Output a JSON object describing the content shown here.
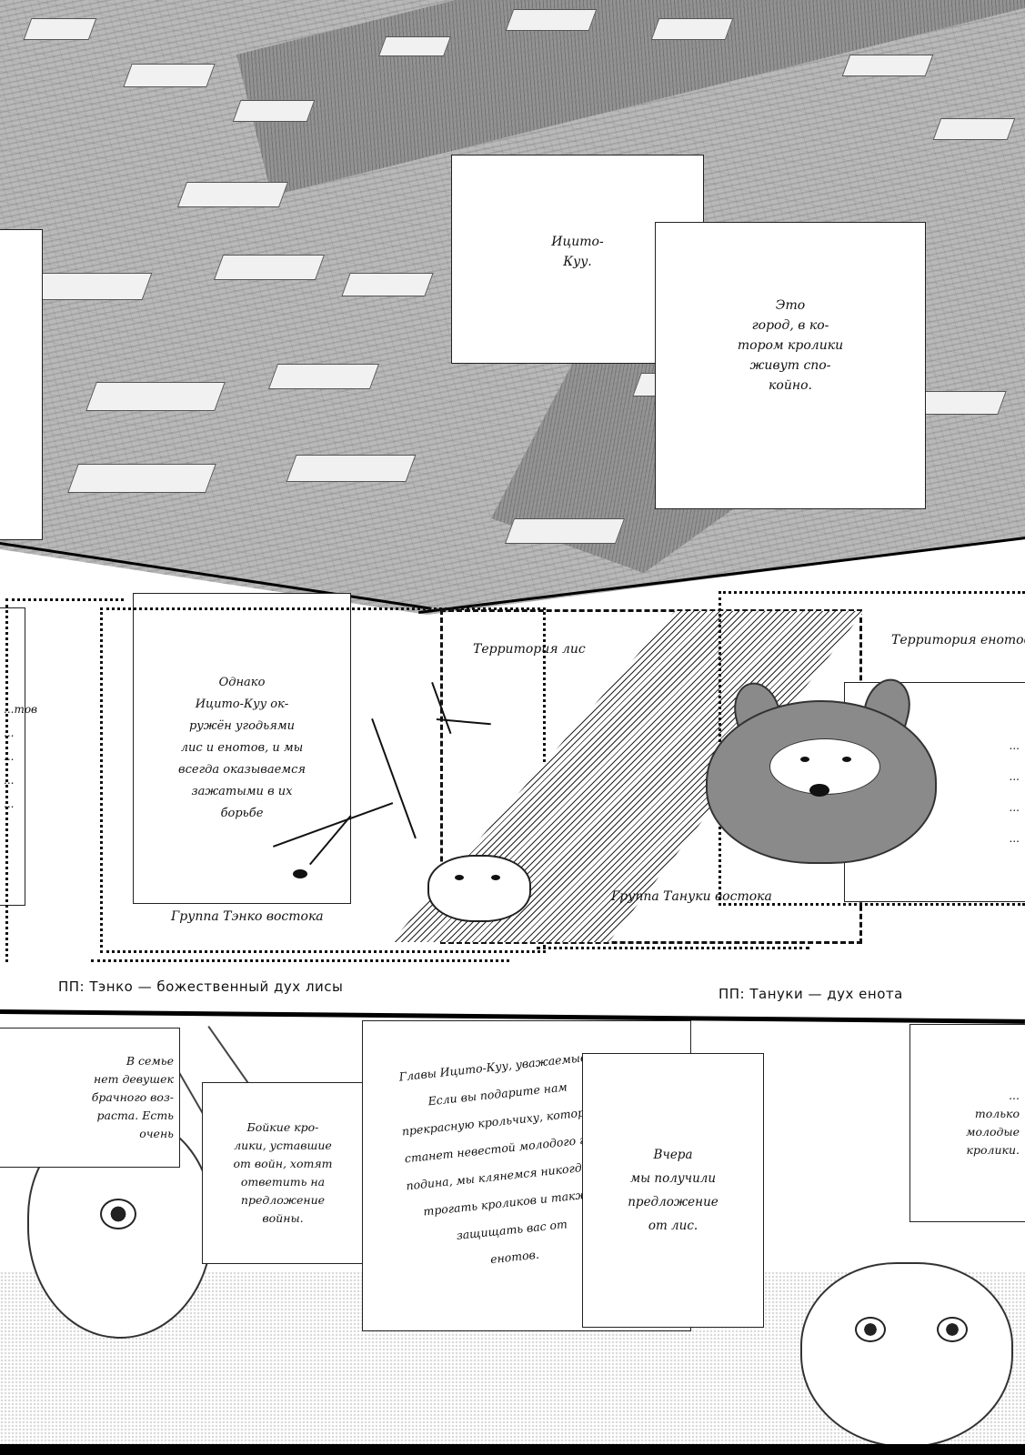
{
  "panel_top": {
    "caption_left": [
      "Ицито-",
      "Куу."
    ],
    "caption_right": [
      "Это",
      "город, в ко-",
      "тором кролики",
      "живут спо-",
      "койно."
    ]
  },
  "panel_middle": {
    "box_left_partial": [
      "...тов",
      "...",
      "...",
      "...",
      "..."
    ],
    "box_center_left": [
      "Однако",
      "Ицито-Куу ок-",
      "ружён угодьями",
      "лис и енотов, и мы",
      "всегда оказываемся",
      "зажатыми в их",
      "борьбе",
      "..."
    ],
    "fox_label_top": "Территория лис",
    "fox_label_bottom": "Группа Тэнко востока",
    "tanuki_label_top": "Территория енотов",
    "tanuki_label_bottom": "Группа Тануки востока",
    "box_right_partial": [
      "...",
      "...",
      "...",
      "..."
    ],
    "note_fox": "ПП: Тэнко — божественный дух лисы",
    "note_tanuki": "ПП: Тануки — дух енота"
  },
  "panel_bottom": {
    "caption_a": [
      "В семье",
      "нет девушек",
      "брачного воз-",
      "раста. Есть",
      "очень",
      "..."
    ],
    "caption_b": [
      "Бойкие кро-",
      "лики, уставшие",
      "от войн, хотят",
      "ответить на",
      "предложение",
      "войны."
    ],
    "caption_c_lines": [
      "Главы Ицито-Куу, уважаемые.",
      "Если вы подарите нам",
      "прекрасную крольчиху, которая",
      "станет невестой молодого гос-",
      "подина, мы клянемся никогда не",
      "трогать кроликов и также",
      "защищать вас от",
      "енотов."
    ],
    "caption_d": [
      "Вчера",
      "мы получили",
      "предложение",
      "от лис."
    ],
    "caption_e": [
      "...",
      "только",
      "молодые",
      "кролики."
    ]
  }
}
